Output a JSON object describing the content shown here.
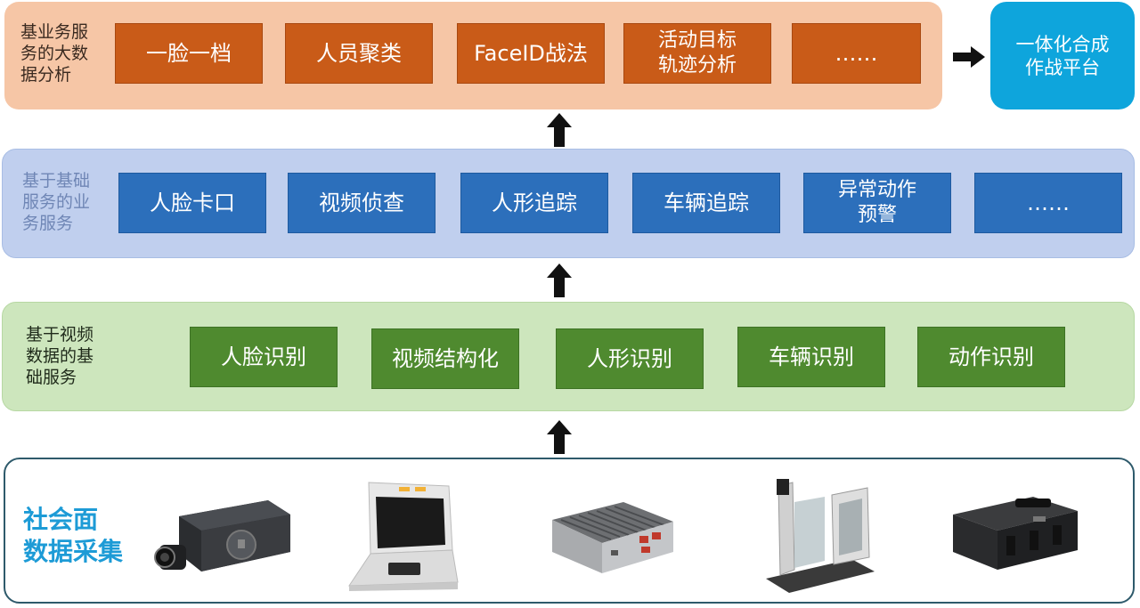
{
  "layers": {
    "big_data": {
      "label": "基业务服\n务的大数\n据分析",
      "items": [
        "一脸一档",
        "人员聚类",
        "FaceID战法",
        "活动目标\n轨迹分析",
        "……"
      ]
    },
    "business": {
      "label": "基于基础\n服务的业\n务服务",
      "items": [
        "人脸卡口",
        "视频侦查",
        "人形追踪",
        "车辆追踪",
        "异常动作\n预警",
        "……"
      ]
    },
    "base": {
      "label": "基于视频\n数据的基\n础服务",
      "items": [
        "人脸识别",
        "视频结构化",
        "人形识别",
        "车辆识别",
        "动作识别"
      ]
    },
    "collection": {
      "label": "社会面\n数据采集"
    }
  },
  "platform": {
    "label": "一体化合成\n作战平台"
  },
  "colors": {
    "orange_layer_bg": "#f6c6a6",
    "orange_box": "#c95b18",
    "blue_layer_bg": "#c0cfee",
    "blue_box": "#2c6fbb",
    "green_layer_bg": "#cde6bd",
    "green_box": "#4f8a2f",
    "platform_bg": "#0ea5dc",
    "collection_text": "#1d9bd6",
    "collection_border": "#2e5a6b"
  },
  "icons": [
    "camera-device-icon",
    "face-terminal-icon",
    "edge-box-icon",
    "turnstile-gate-icon",
    "rugged-case-icon"
  ]
}
